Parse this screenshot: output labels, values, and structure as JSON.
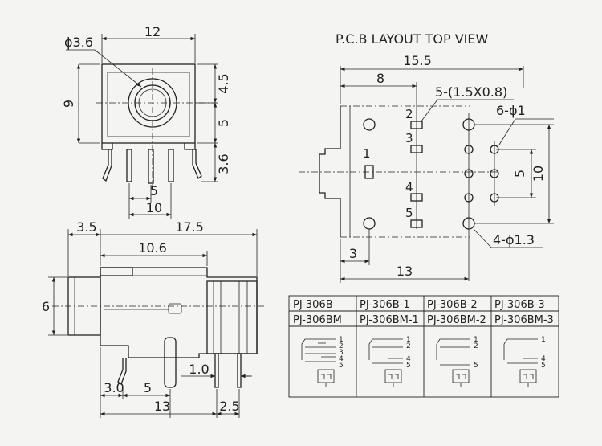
{
  "front_view": {
    "dims": {
      "hole_dia": "ϕ3.6",
      "width": "12",
      "height": "9",
      "top_offset": "4.5",
      "mid_offset": "5",
      "pin_len": "3.6",
      "pin_spacing_a": "5",
      "pin_spacing_b": "10"
    }
  },
  "side_view": {
    "dims": {
      "front_len": "3.5",
      "total_len": "17.5",
      "body_len": "10.6",
      "dia": "6",
      "pin_gap": "1.0",
      "pin_a": "3.0",
      "pin_b": "5",
      "base": "13",
      "tail": "2.5"
    }
  },
  "pcb_layout": {
    "title": "P.C.B LAYOUT TOP VIEW",
    "dims": {
      "overall": "15.5",
      "offset": "8",
      "slot_label": "5-(1.5X0.8)",
      "pin_dia_label": "6-ϕ1",
      "height_a": "5",
      "height_b": "10",
      "left_margin": "3",
      "width": "13",
      "mount_label": "4-ϕ1.3"
    },
    "pin_numbers": [
      "1",
      "2",
      "3",
      "4",
      "5"
    ]
  },
  "model_table": {
    "rows": [
      [
        "PJ-306B",
        "PJ-306B-1",
        "PJ-306B-2",
        "PJ-306B-3"
      ],
      [
        "PJ-306BM",
        "PJ-306BM-1",
        "PJ-306BM-2",
        "PJ-306BM-3"
      ]
    ],
    "schematics": [
      {
        "pins": [
          "1",
          "2",
          "3",
          "4",
          "5"
        ]
      },
      {
        "pins": [
          "1",
          "2",
          "4",
          "5"
        ]
      },
      {
        "pins": [
          "1",
          "2",
          "5"
        ]
      },
      {
        "pins": [
          "1",
          "4",
          "5"
        ]
      }
    ]
  }
}
